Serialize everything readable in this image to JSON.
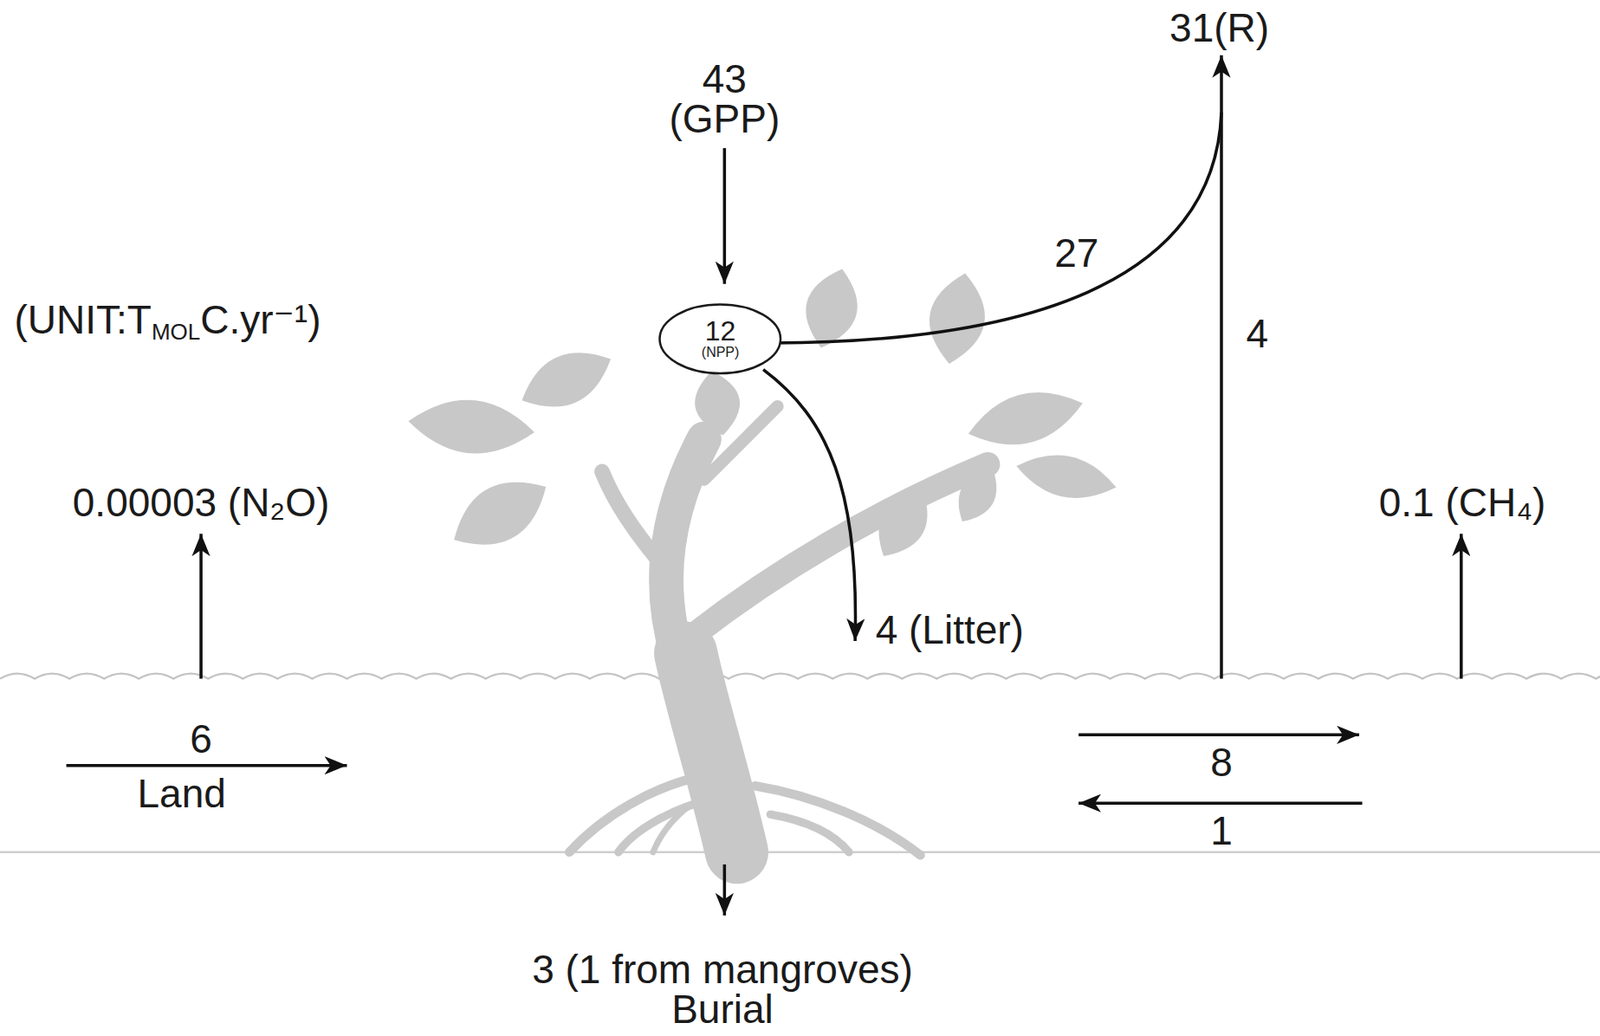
{
  "diagram": {
    "nodes": [
      {
        "text": [
          "12",
          "(NPP)"
        ]
      }
    ],
    "labels": [
      "31(R)",
      "43 (GPP)",
      "(UNIT:T",
      "MOL",
      "C.yr⁻¹)",
      "27",
      "4",
      "0.00003 (N₂O)",
      "0.1 (CH₄)",
      "4 (Litter)",
      "6",
      "Land",
      "8",
      "1",
      "3 (1 from mangroves)",
      "Burial"
    ]
  }
}
